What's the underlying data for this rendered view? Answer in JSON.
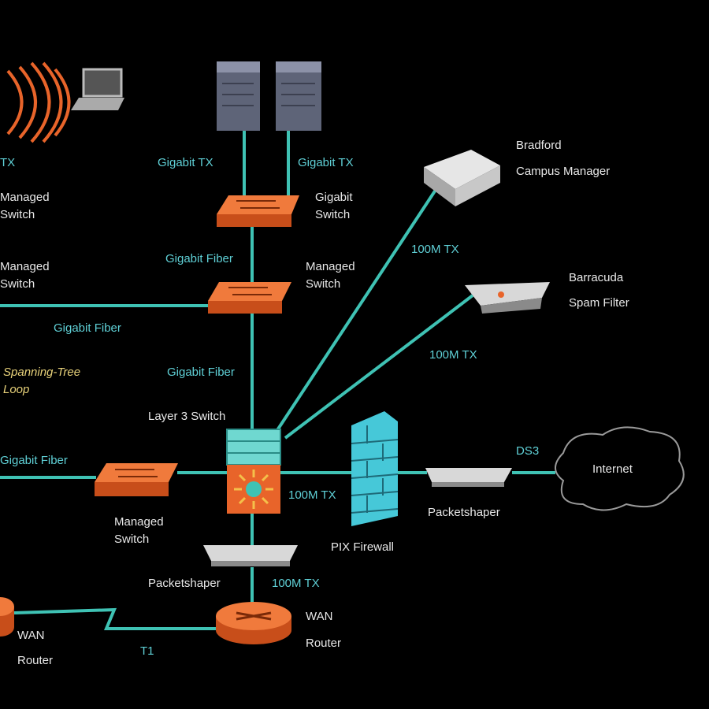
{
  "colors": {
    "background": "#000000",
    "link": "#3fc2b4",
    "device_orange": "#e8642a",
    "firewall_cyan": "#46c8d8",
    "link_label": "#5fd0d6",
    "device_label": "#e8e8e8",
    "loop_label": "#e8d27a"
  },
  "devices": {
    "servers": [
      "server-1",
      "server-2"
    ],
    "top_switch": {
      "line1": "Gigabit",
      "line2": "Switch"
    },
    "mid_switch": {
      "line1": "Managed",
      "line2": "Switch"
    },
    "left_switch_1": {
      "line1": "Managed",
      "line2": "Switch"
    },
    "left_switch_2": {
      "line1": "Managed",
      "line2": "Switch"
    },
    "layer3_switch": "Layer 3 Switch",
    "bottom_left_switch": {
      "line1": "Managed",
      "line2": "Switch"
    },
    "packetshaper_bottom": "Packetshaper",
    "packetshaper_right": "Packetshaper",
    "pix_firewall": "PIX Firewall",
    "wan_router_center": {
      "line1": "WAN",
      "line2": "Router"
    },
    "wan_router_left": {
      "line1": "WAN",
      "line2": "Router"
    },
    "bradford": {
      "line1": "Bradford",
      "line2": "Campus Manager"
    },
    "barracuda": {
      "line1": "Barracuda",
      "line2": "Spam Filter"
    },
    "internet": "Internet"
  },
  "links": {
    "left_tx": "TX",
    "server1_uplink": "Gigabit TX",
    "server2_uplink": "Gigabit TX",
    "top_to_mid": "Gigabit Fiber",
    "mid_to_left": "Gigabit Fiber",
    "mid_to_core": "Gigabit Fiber",
    "core_to_left": "Gigabit Fiber",
    "core_to_bradford": "100M TX",
    "core_to_barracuda": "100M TX",
    "core_to_firewall": "100M TX",
    "core_to_packetshaper": "100M TX",
    "packetshaper_to_internet": "DS3",
    "wan_t1": "T1"
  },
  "annotations": {
    "spanning_tree_line1": "Spanning-Tree",
    "spanning_tree_line2": "Loop"
  }
}
